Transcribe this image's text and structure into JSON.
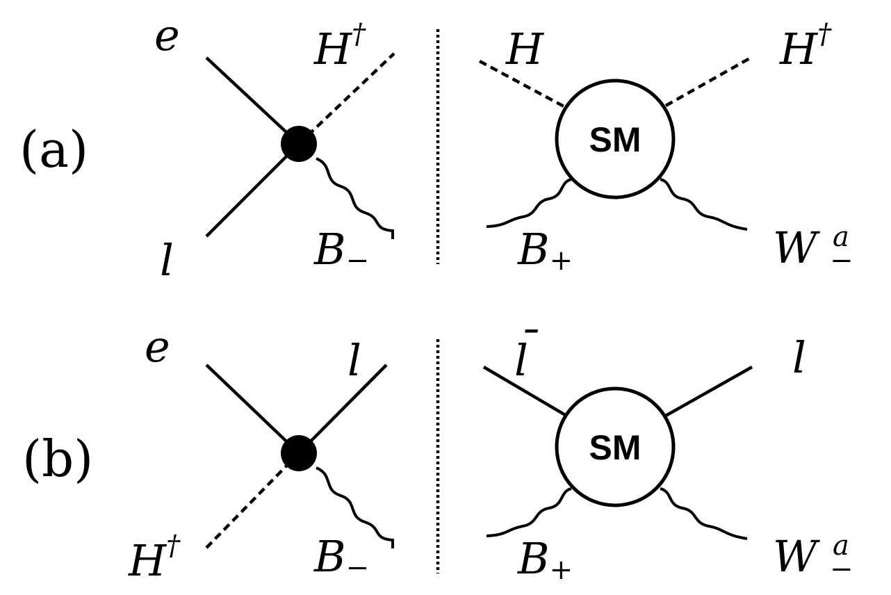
{
  "rows": {
    "a": {
      "label": "(a)",
      "left": {
        "in_top": "e",
        "in_bottom": "l",
        "out_top": "H",
        "out_top_sup": "†",
        "out_bottom": "B",
        "out_bottom_sub": "−"
      },
      "right": {
        "blob": "SM",
        "in_top": "H",
        "out_top": "H",
        "out_top_sup": "†",
        "in_bottom": "B",
        "in_bottom_sub": "+",
        "out_bottom": "W",
        "out_bottom_sup": "a",
        "out_bottom_sub": "−"
      }
    },
    "b": {
      "label": "(b)",
      "left": {
        "in_top": "e",
        "in_bottom": "H",
        "in_bottom_sup": "†",
        "out_top": "l",
        "out_bottom": "B",
        "out_bottom_sub": "−"
      },
      "right": {
        "blob": "SM",
        "in_top": "l",
        "in_top_bar": "¯",
        "out_top": "l",
        "in_bottom": "B",
        "in_bottom_sub": "+",
        "out_bottom": "W",
        "out_bottom_sup": "a",
        "out_bottom_sub": "−"
      }
    }
  }
}
